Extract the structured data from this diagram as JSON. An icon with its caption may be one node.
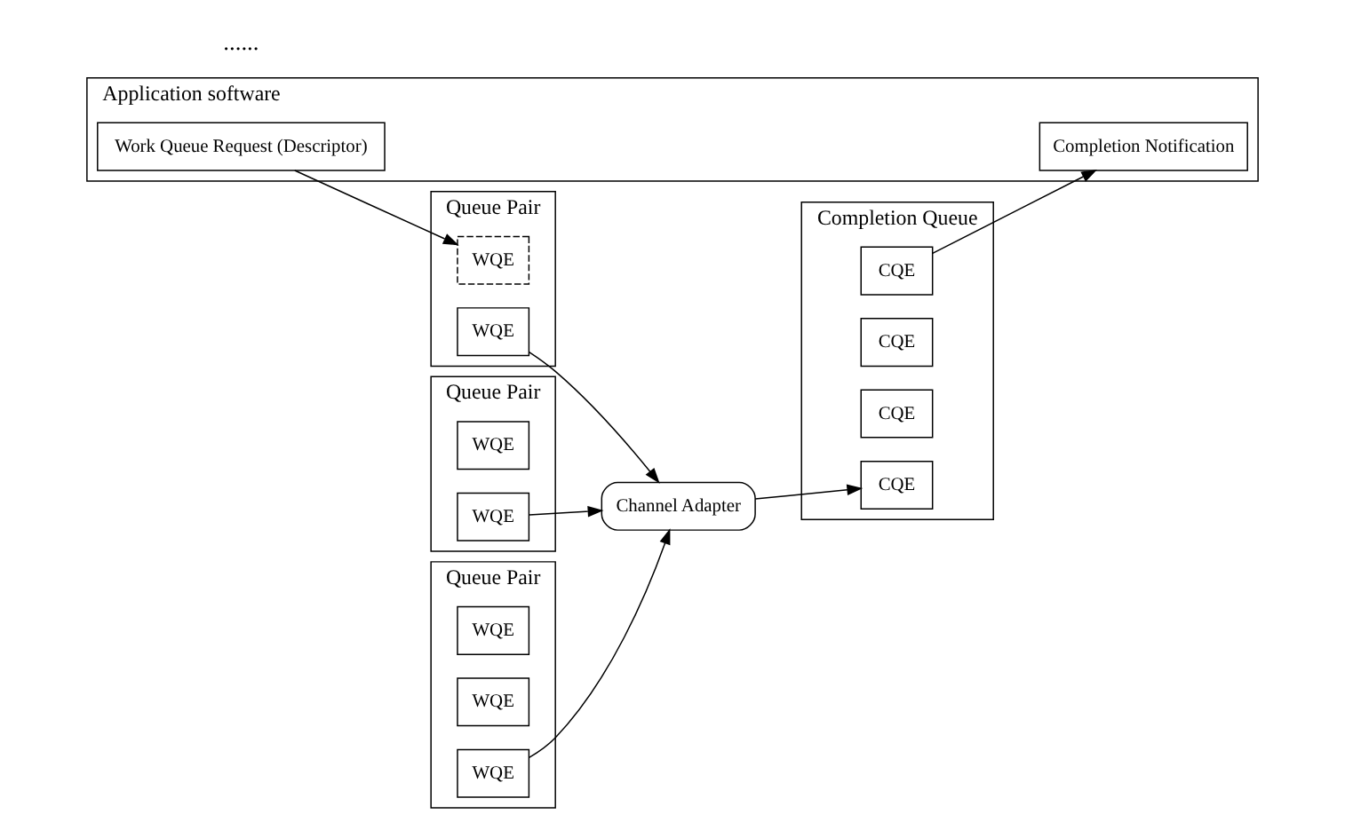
{
  "diagram": {
    "nodes": [
      {
        "text": [
          "Application software"
        ]
      },
      {
        "text": [
          "Work Queue Request (Descriptor)"
        ],
        "in": 0
      },
      {
        "text": [
          "Completion Notification"
        ],
        "in": 0
      },
      {
        "text": [
          "Queue Pair"
        ]
      },
      {
        "text": [
          "WQE"
        ],
        "in": 3
      },
      {
        "text": [
          "WQE"
        ],
        "in": 3
      },
      {
        "text": [
          "Queue Pair"
        ]
      },
      {
        "text": [
          "WQE"
        ],
        "in": 6
      },
      {
        "text": [
          "WQE"
        ],
        "in": 6
      },
      {
        "text": [
          "Queue Pair"
        ]
      },
      {
        "text": [
          "WQE"
        ],
        "in": 9
      },
      {
        "text": [
          "WQE"
        ],
        "in": 9
      },
      {
        "text": [
          "WQE"
        ],
        "in": 9
      },
      {
        "text": [
          "Completion Queue"
        ]
      },
      {
        "text": [
          "CQE"
        ],
        "in": 13
      },
      {
        "text": [
          "CQE"
        ],
        "in": 13
      },
      {
        "text": [
          "CQE"
        ],
        "in": 13
      },
      {
        "text": [
          "CQE"
        ],
        "in": 13
      },
      {
        "text": [
          "Channel Adapter"
        ]
      }
    ],
    "edges": [
      {
        "from": 1,
        "to": 7,
        "arrow": "to"
      },
      {
        "from": 5,
        "to": 18,
        "arrow": "to"
      },
      {
        "from": 8,
        "to": 18,
        "arrow": "to"
      },
      {
        "from": 12,
        "to": 18,
        "arrow": "to"
      },
      {
        "from": 18,
        "to": 17,
        "arrow": "to"
      },
      {
        "from": 14,
        "to": 2,
        "arrow": "to"
      }
    ],
    "labels": [
      "......"
    ]
  }
}
